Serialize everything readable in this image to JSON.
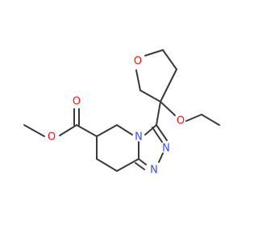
{
  "molecule": {
    "atoms": {
      "ring_oxygen": {
        "element": "O",
        "color": "#ff0d0d"
      },
      "ether_oxygen": {
        "element": "O",
        "color": "#ff0d0d"
      },
      "carbonyl_oxygen": {
        "element": "O",
        "color": "#ff0d0d"
      },
      "ester_oxygen": {
        "element": "O",
        "color": "#ff0d0d"
      },
      "bridge_nitrogen": {
        "element": "N",
        "color": "#3050f8"
      },
      "triazole_nitrogen_upper": {
        "element": "N",
        "color": "#3050f8"
      },
      "triazole_nitrogen_lower": {
        "element": "N",
        "color": "#3050f8"
      }
    },
    "bond_color": "#3a3a3a"
  }
}
